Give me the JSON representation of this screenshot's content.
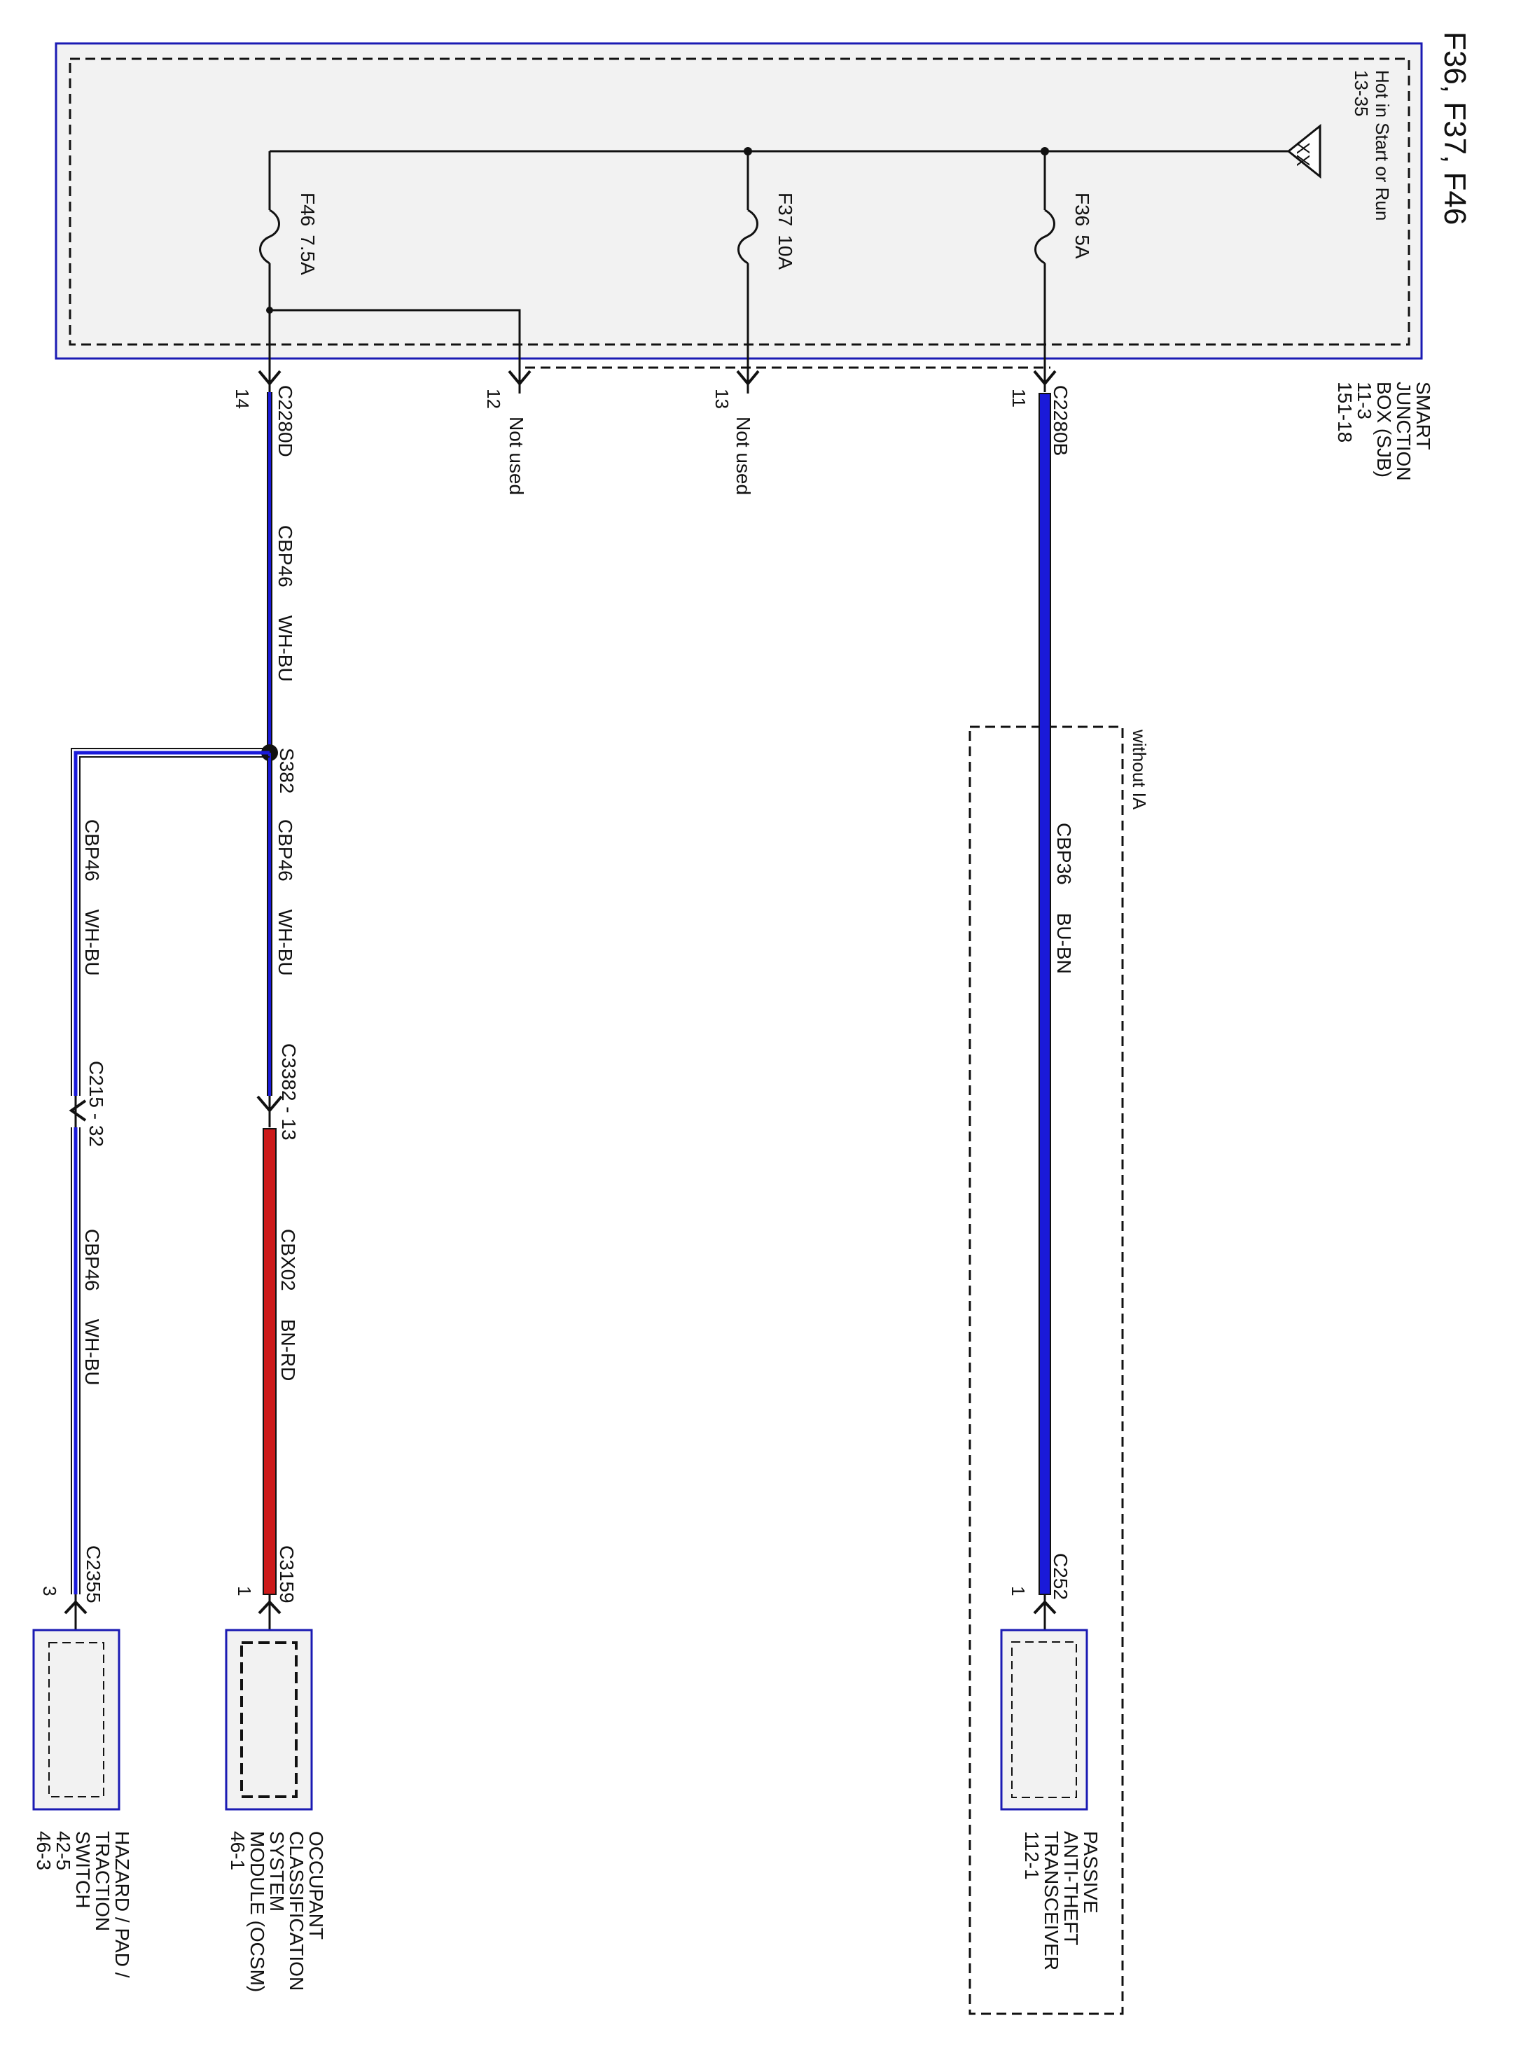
{
  "title": "F36, F37, F46",
  "colors": {
    "box_border": "#1a1ab3",
    "box_fill": "#f2f2f2",
    "wire_black": "#111111",
    "wire_blue": "#1a1ad9",
    "wire_red": "#cc1a1a"
  },
  "sjb": {
    "name_lines": [
      "SMART",
      "JUNCTION",
      "BOX (SJB)",
      "11-3",
      "151-18"
    ],
    "power_source_lines": [
      "Hot in Start or Run",
      "13-35"
    ],
    "power_symbol_text": "XX",
    "fuses": [
      {
        "id": "F36",
        "rating": "5A",
        "icon": "fuse-icon"
      },
      {
        "id": "F37",
        "rating": "10A",
        "icon": "fuse-icon"
      },
      {
        "id": "F46",
        "rating": "7.5A",
        "icon": "fuse-icon"
      }
    ],
    "pins": [
      {
        "number": "11",
        "connector": "C2280B",
        "note": ""
      },
      {
        "number": "13",
        "connector": "",
        "note": "Not used"
      },
      {
        "number": "12",
        "connector": "",
        "note": "Not used"
      },
      {
        "number": "14",
        "connector": "C2280D",
        "note": ""
      }
    ]
  },
  "circuits": {
    "pats_wire": {
      "circuit": "CBP36",
      "color_code": "BU-BN"
    },
    "f46_wire_1": {
      "circuit": "CBP46",
      "color_code": "WH-BU"
    },
    "splice": "S382",
    "ocsm_wire_1": {
      "circuit": "CBP46",
      "color_code": "WH-BU"
    },
    "hazard_wire_1": {
      "circuit": "CBP46",
      "color_code": "WH-BU"
    },
    "ocsm_inline_connector": "C3382 - 13",
    "hazard_inline_connector": "C215 - 32",
    "ocsm_wire_2": {
      "circuit": "CBX02",
      "color_code": "BN-RD"
    },
    "hazard_wire_2": {
      "circuit": "CBP46",
      "color_code": "WH-BU"
    }
  },
  "option_box_label": "without IA",
  "components": [
    {
      "key": "pats",
      "connector": "C252",
      "pin": "1",
      "name_lines": [
        "PASSIVE",
        "ANTI-THEFT",
        "TRANSCEIVER",
        "112-1"
      ]
    },
    {
      "key": "ocsm",
      "connector": "C3159",
      "pin": "1",
      "name_lines": [
        "OCCUPANT",
        "CLASSIFICATION",
        "SYSTEM",
        "MODULE (OCSM)",
        "46-1"
      ]
    },
    {
      "key": "hazard",
      "connector": "C2355",
      "pin": "3",
      "name_lines": [
        "HAZARD / PAD /",
        "TRACTION",
        "SWITCH",
        "42-5",
        "46-3"
      ]
    }
  ]
}
